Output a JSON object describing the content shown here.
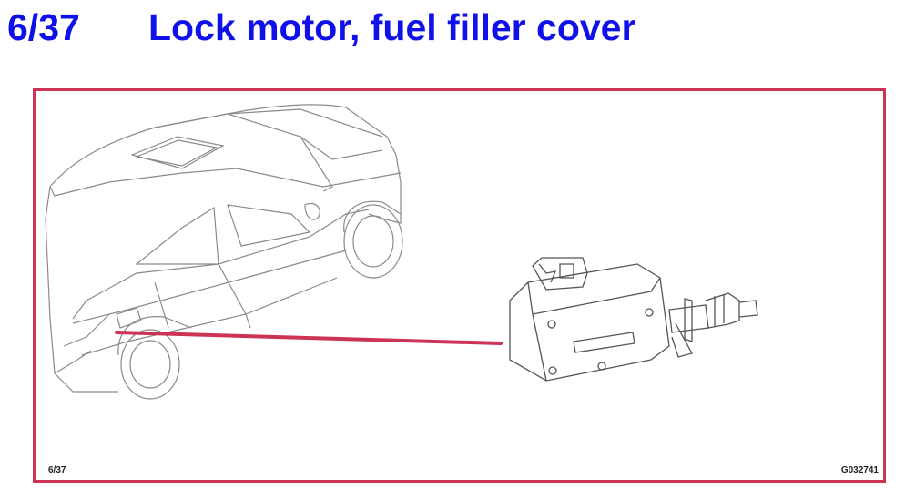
{
  "header": {
    "number": "6/37",
    "title": "Lock motor, fuel filler cover"
  },
  "figure": {
    "ref_left": "6/37",
    "ref_right": "G032741"
  },
  "colors": {
    "title": "#1010e8",
    "frame": "#cc3355",
    "leader": "#cc3355",
    "lines": "#8a8a8a"
  }
}
